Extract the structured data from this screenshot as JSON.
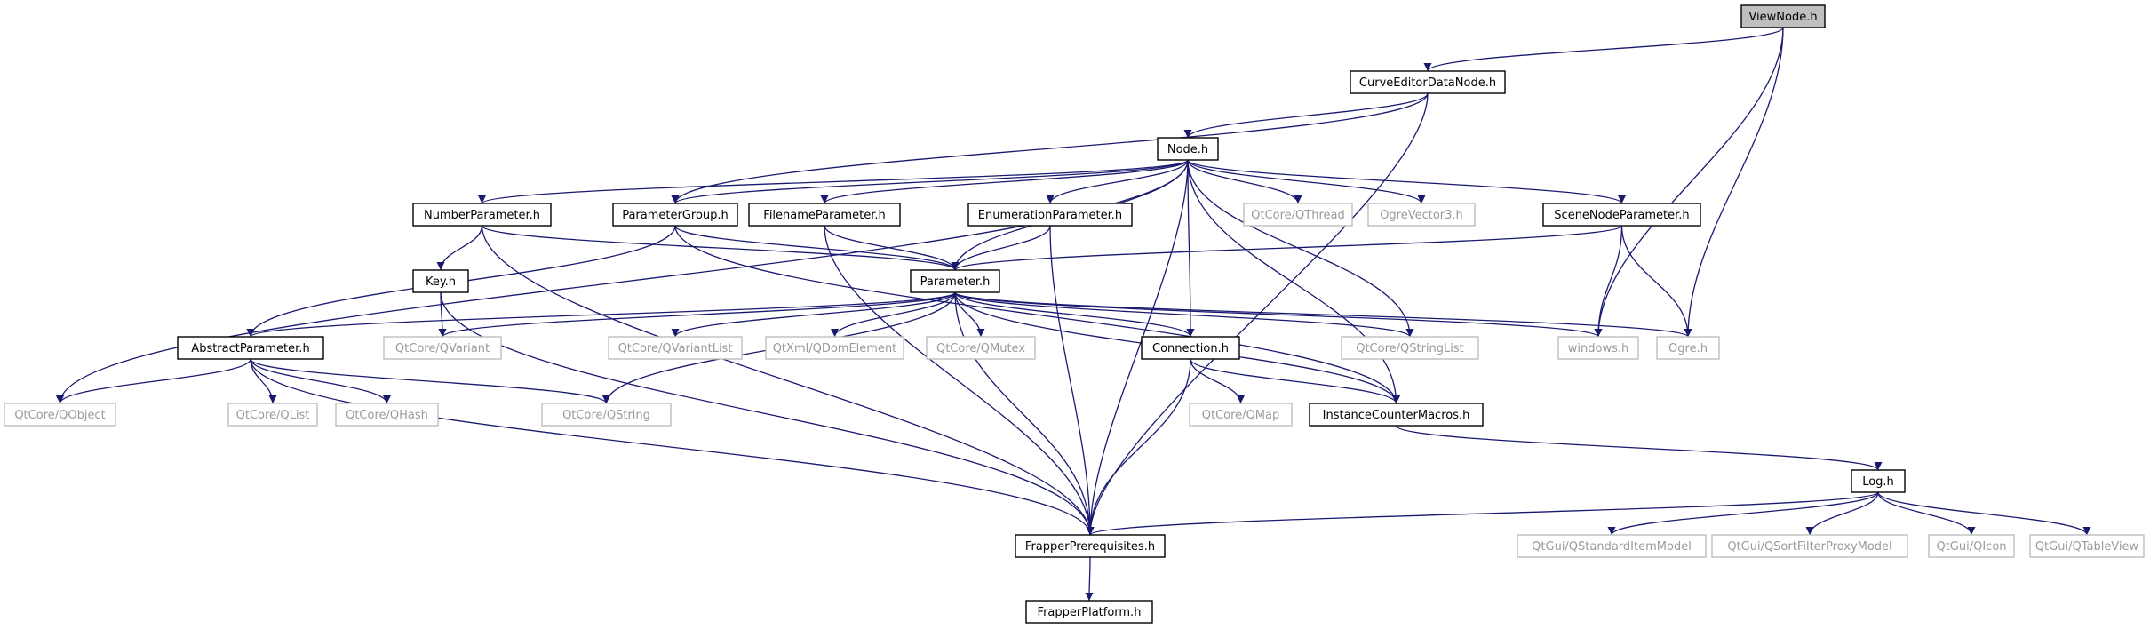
{
  "colors": {
    "edge": "#191970",
    "root_fill": "#bfbfbf",
    "system_border": "#bfbfbf",
    "system_text": "#9a9a9a"
  },
  "nodes": [
    {
      "id": "ViewNode",
      "label": "ViewNode.h",
      "kind": "root"
    },
    {
      "id": "CurveEditorDataNode",
      "label": "CurveEditorDataNode.h",
      "kind": "local"
    },
    {
      "id": "Node",
      "label": "Node.h",
      "kind": "local"
    },
    {
      "id": "NumberParameter",
      "label": "NumberParameter.h",
      "kind": "local"
    },
    {
      "id": "ParameterGroup",
      "label": "ParameterGroup.h",
      "kind": "local"
    },
    {
      "id": "FilenameParameter",
      "label": "FilenameParameter.h",
      "kind": "local"
    },
    {
      "id": "EnumerationParameter",
      "label": "EnumerationParameter.h",
      "kind": "local"
    },
    {
      "id": "QThread",
      "label": "QtCore/QThread",
      "kind": "system"
    },
    {
      "id": "OgreVector3",
      "label": "OgreVector3.h",
      "kind": "system"
    },
    {
      "id": "SceneNodeParameter",
      "label": "SceneNodeParameter.h",
      "kind": "local"
    },
    {
      "id": "Key",
      "label": "Key.h",
      "kind": "local"
    },
    {
      "id": "Parameter",
      "label": "Parameter.h",
      "kind": "local"
    },
    {
      "id": "AbstractParameter",
      "label": "AbstractParameter.h",
      "kind": "local"
    },
    {
      "id": "QVariant",
      "label": "QtCore/QVariant",
      "kind": "system"
    },
    {
      "id": "QVariantList",
      "label": "QtCore/QVariantList",
      "kind": "system"
    },
    {
      "id": "QDomElement",
      "label": "QtXml/QDomElement",
      "kind": "system"
    },
    {
      "id": "QMutex",
      "label": "QtCore/QMutex",
      "kind": "system"
    },
    {
      "id": "Connection",
      "label": "Connection.h",
      "kind": "local"
    },
    {
      "id": "QStringList",
      "label": "QtCore/QStringList",
      "kind": "system"
    },
    {
      "id": "windows",
      "label": "windows.h",
      "kind": "system"
    },
    {
      "id": "Ogre",
      "label": "Ogre.h",
      "kind": "system"
    },
    {
      "id": "QObject",
      "label": "QtCore/QObject",
      "kind": "system"
    },
    {
      "id": "QList",
      "label": "QtCore/QList",
      "kind": "system"
    },
    {
      "id": "QHash",
      "label": "QtCore/QHash",
      "kind": "system"
    },
    {
      "id": "QString",
      "label": "QtCore/QString",
      "kind": "system"
    },
    {
      "id": "QMap",
      "label": "QtCore/QMap",
      "kind": "system"
    },
    {
      "id": "InstanceCounterMacros",
      "label": "InstanceCounterMacros.h",
      "kind": "local"
    },
    {
      "id": "Log",
      "label": "Log.h",
      "kind": "local"
    },
    {
      "id": "FrapperPrerequisites",
      "label": "FrapperPrerequisites.h",
      "kind": "local"
    },
    {
      "id": "QStandardItemModel",
      "label": "QtGui/QStandardItemModel",
      "kind": "system"
    },
    {
      "id": "QSortFilterProxyModel",
      "label": "QtGui/QSortFilterProxyModel",
      "kind": "system"
    },
    {
      "id": "QIcon",
      "label": "QtGui/QIcon",
      "kind": "system"
    },
    {
      "id": "QTableView",
      "label": "QtGui/QTableView",
      "kind": "system"
    },
    {
      "id": "FrapperPlatform",
      "label": "FrapperPlatform.h",
      "kind": "local"
    }
  ],
  "edges": [
    [
      "ViewNode",
      "CurveEditorDataNode"
    ],
    [
      "ViewNode",
      "windows"
    ],
    [
      "ViewNode",
      "Ogre"
    ],
    [
      "CurveEditorDataNode",
      "Node"
    ],
    [
      "CurveEditorDataNode",
      "ParameterGroup"
    ],
    [
      "CurveEditorDataNode",
      "FrapperPrerequisites"
    ],
    [
      "Node",
      "NumberParameter"
    ],
    [
      "Node",
      "ParameterGroup"
    ],
    [
      "Node",
      "FilenameParameter"
    ],
    [
      "Node",
      "EnumerationParameter"
    ],
    [
      "Node",
      "QThread"
    ],
    [
      "Node",
      "OgreVector3"
    ],
    [
      "Node",
      "SceneNodeParameter"
    ],
    [
      "Node",
      "Parameter"
    ],
    [
      "Node",
      "Connection"
    ],
    [
      "Node",
      "QStringList"
    ],
    [
      "Node",
      "InstanceCounterMacros"
    ],
    [
      "Node",
      "FrapperPrerequisites"
    ],
    [
      "Node",
      "QObject"
    ],
    [
      "NumberParameter",
      "Key"
    ],
    [
      "NumberParameter",
      "Parameter"
    ],
    [
      "NumberParameter",
      "FrapperPrerequisites"
    ],
    [
      "ParameterGroup",
      "Parameter"
    ],
    [
      "ParameterGroup",
      "AbstractParameter"
    ],
    [
      "ParameterGroup",
      "InstanceCounterMacros"
    ],
    [
      "FilenameParameter",
      "Parameter"
    ],
    [
      "FilenameParameter",
      "FrapperPrerequisites"
    ],
    [
      "EnumerationParameter",
      "Parameter"
    ],
    [
      "EnumerationParameter",
      "FrapperPrerequisites"
    ],
    [
      "SceneNodeParameter",
      "Parameter"
    ],
    [
      "SceneNodeParameter",
      "windows"
    ],
    [
      "SceneNodeParameter",
      "Ogre"
    ],
    [
      "Key",
      "QVariant"
    ],
    [
      "Key",
      "FrapperPrerequisites"
    ],
    [
      "Parameter",
      "AbstractParameter"
    ],
    [
      "Parameter",
      "QVariant"
    ],
    [
      "Parameter",
      "QVariantList"
    ],
    [
      "Parameter",
      "QDomElement"
    ],
    [
      "Parameter",
      "QMutex"
    ],
    [
      "Parameter",
      "Connection"
    ],
    [
      "Parameter",
      "QStringList"
    ],
    [
      "Parameter",
      "windows"
    ],
    [
      "Parameter",
      "Ogre"
    ],
    [
      "Parameter",
      "QString"
    ],
    [
      "Parameter",
      "InstanceCounterMacros"
    ],
    [
      "Parameter",
      "FrapperPrerequisites"
    ],
    [
      "AbstractParameter",
      "QObject"
    ],
    [
      "AbstractParameter",
      "QList"
    ],
    [
      "AbstractParameter",
      "QHash"
    ],
    [
      "AbstractParameter",
      "QString"
    ],
    [
      "AbstractParameter",
      "FrapperPrerequisites"
    ],
    [
      "Connection",
      "QMap"
    ],
    [
      "Connection",
      "InstanceCounterMacros"
    ],
    [
      "Connection",
      "FrapperPrerequisites"
    ],
    [
      "InstanceCounterMacros",
      "Log"
    ],
    [
      "Log",
      "FrapperPrerequisites"
    ],
    [
      "Log",
      "QStandardItemModel"
    ],
    [
      "Log",
      "QSortFilterProxyModel"
    ],
    [
      "Log",
      "QIcon"
    ],
    [
      "Log",
      "QTableView"
    ],
    [
      "FrapperPrerequisites",
      "FrapperPlatform"
    ]
  ]
}
